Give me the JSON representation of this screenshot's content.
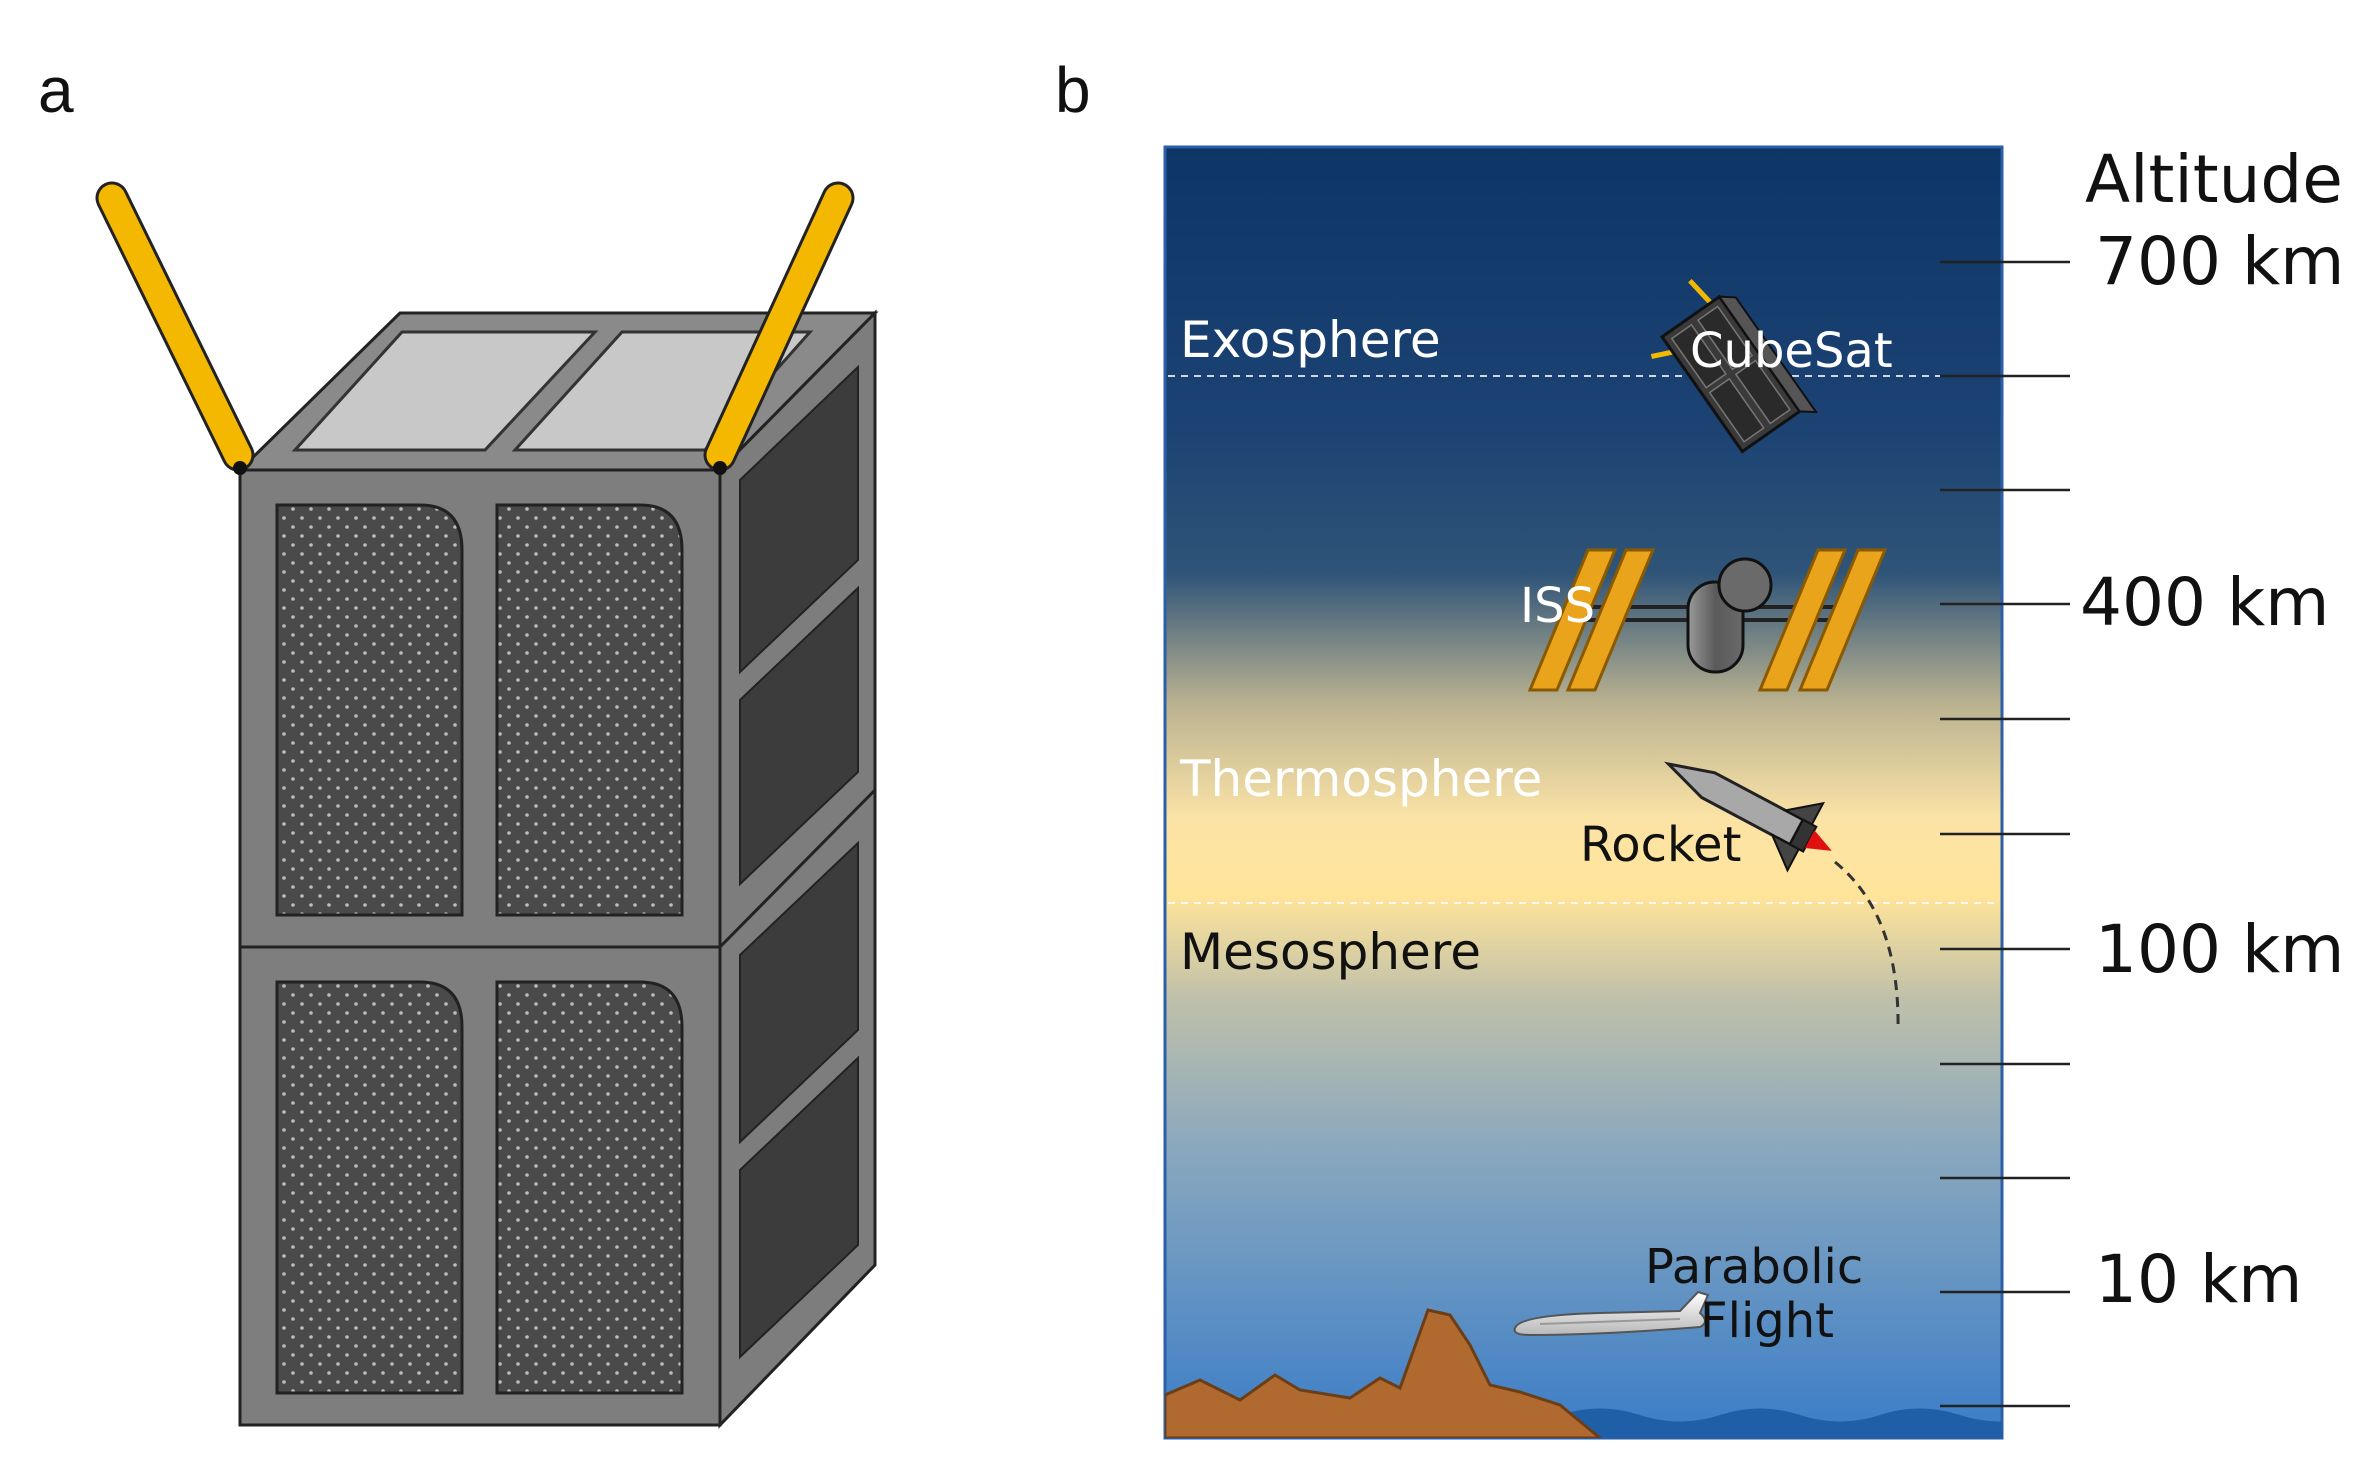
{
  "panels": {
    "a": "a",
    "b": "b"
  },
  "layers": {
    "exosphere": "Exosphere",
    "thermosphere": "Thermosphere",
    "mesosphere": "Mesosphere"
  },
  "objects": {
    "cubesat": "CubeSat",
    "iss": "ISS",
    "rocket": "Rocket",
    "parabolic_line1": "Parabolic",
    "parabolic_line2": "Flight"
  },
  "altitude_axis": {
    "title": "Altitude",
    "labels": {
      "km700": "700 km",
      "km400": "400 km",
      "km100": "100 km",
      "km10": "10 km"
    }
  },
  "colors": {
    "sky_top": "#0d3566",
    "sky_mid": "#ffe49a",
    "sky_bottom": "#3a7dc8",
    "antenna": "#f5b800",
    "cube_frame": "#7a7a7a",
    "solar_panel": "#4a4a4a",
    "side_panel": "#3c3c3c",
    "mountain": "#b06a30",
    "rocket_flame": "#e01010"
  }
}
